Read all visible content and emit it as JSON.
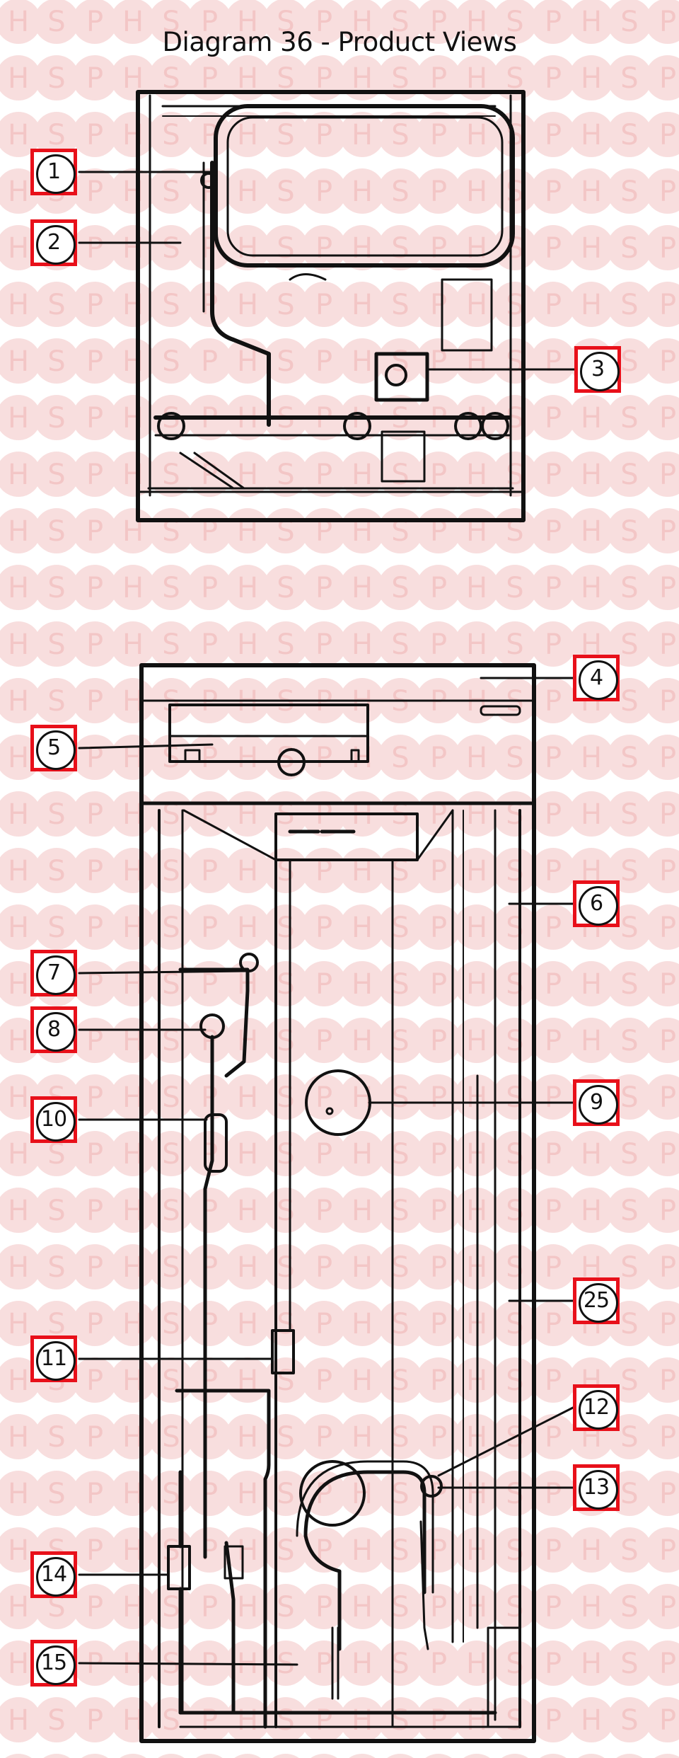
{
  "title": "Diagram 36 - Product Views",
  "watermark": {
    "letters": [
      "H",
      "S",
      "P"
    ],
    "color": "#f3c6c6",
    "circle_color": "#f8dede"
  },
  "accent_color": "#e8101a",
  "callouts": [
    {
      "label": "1"
    },
    {
      "label": "2"
    },
    {
      "label": "3"
    },
    {
      "label": "4"
    },
    {
      "label": "5"
    },
    {
      "label": "6"
    },
    {
      "label": "7"
    },
    {
      "label": "8"
    },
    {
      "label": "9"
    },
    {
      "label": "10"
    },
    {
      "label": "25"
    },
    {
      "label": "11"
    },
    {
      "label": "12"
    },
    {
      "label": "13"
    },
    {
      "label": "14"
    },
    {
      "label": "15"
    }
  ]
}
